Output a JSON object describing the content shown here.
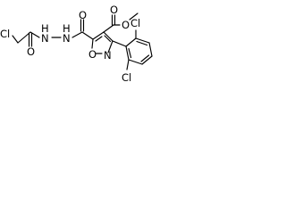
{
  "structure": {
    "atom_labels": {
      "cl_chloroacetyl": "Cl",
      "o_chloroacetyl_carbonyl": "O",
      "nh_first": "N",
      "nh_first_h": "H",
      "nh_second": "N",
      "nh_second_h": "H",
      "o_hydrazide_carbonyl": "O",
      "o_ester_carbonyl": "O",
      "o_ester": "O",
      "o_isoxazole": "O",
      "n_isoxazole": "N",
      "cl_aryl_top": "Cl",
      "cl_aryl_bottom": "Cl"
    }
  }
}
